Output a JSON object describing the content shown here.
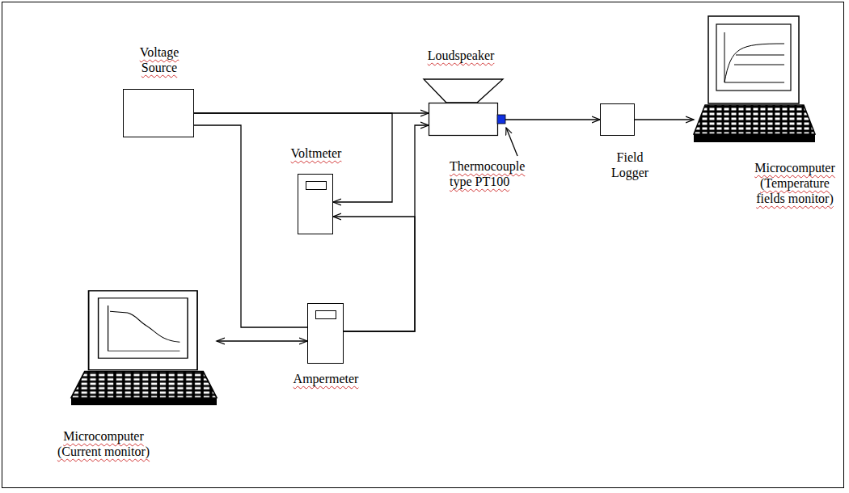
{
  "diagram": {
    "nodes": [
      {
        "text": [
          "Voltage Source"
        ]
      },
      {
        "text": [
          "Loudspeaker"
        ]
      },
      {
        "text": [
          "Voltmeter"
        ]
      },
      {
        "text": [
          "Field Logger"
        ]
      },
      {
        "text": [
          "Microcomputer (Temperature fields monitor)"
        ]
      },
      {
        "text": [
          "Ampermeter"
        ]
      },
      {
        "text": [
          "Microcomputer (Current monitor)"
        ]
      }
    ],
    "edges": [
      {
        "from": 0,
        "to": 1,
        "arrow": "to"
      },
      {
        "from": 0,
        "to": 2,
        "arrow": "to"
      },
      {
        "from": 0,
        "to": 5,
        "arrow": "none"
      },
      {
        "from": 5,
        "to": 1,
        "arrow": "to"
      },
      {
        "from": 5,
        "to": 2,
        "arrow": "to"
      },
      {
        "from": 6,
        "to": 5,
        "arrow": "both"
      },
      {
        "from": 1,
        "to": 3,
        "arrow": "to"
      },
      {
        "from": 3,
        "to": 4,
        "arrow": "to"
      }
    ],
    "labels": [
      "Thermocouple type PT100"
    ]
  }
}
